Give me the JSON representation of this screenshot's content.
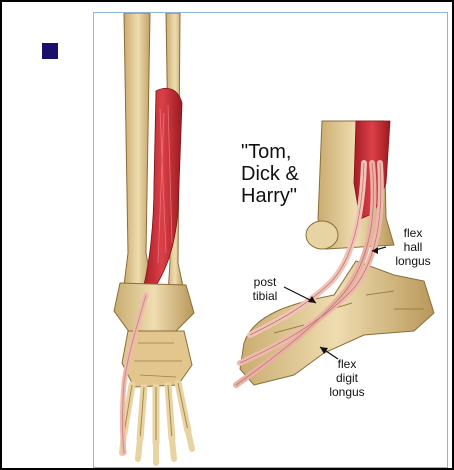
{
  "slide": {
    "bullet_color": "#1a0f6b"
  },
  "illustration": {
    "subject": "leg and foot anatomy with flexor tendons",
    "caption": "\"Tom,\nDick &\nHarry\"",
    "labels": {
      "flex_hall": "flex\nhall\nlongus",
      "post_tibial": "post\ntibial",
      "flex_digit": "flex\ndigit\nlongus"
    },
    "colors": {
      "bone": "#e6cf9c",
      "bone_shadow": "#b89a5c",
      "muscle": "#c8262e",
      "tendon": "#f0b9ad",
      "border": "#8fb3d9"
    }
  }
}
